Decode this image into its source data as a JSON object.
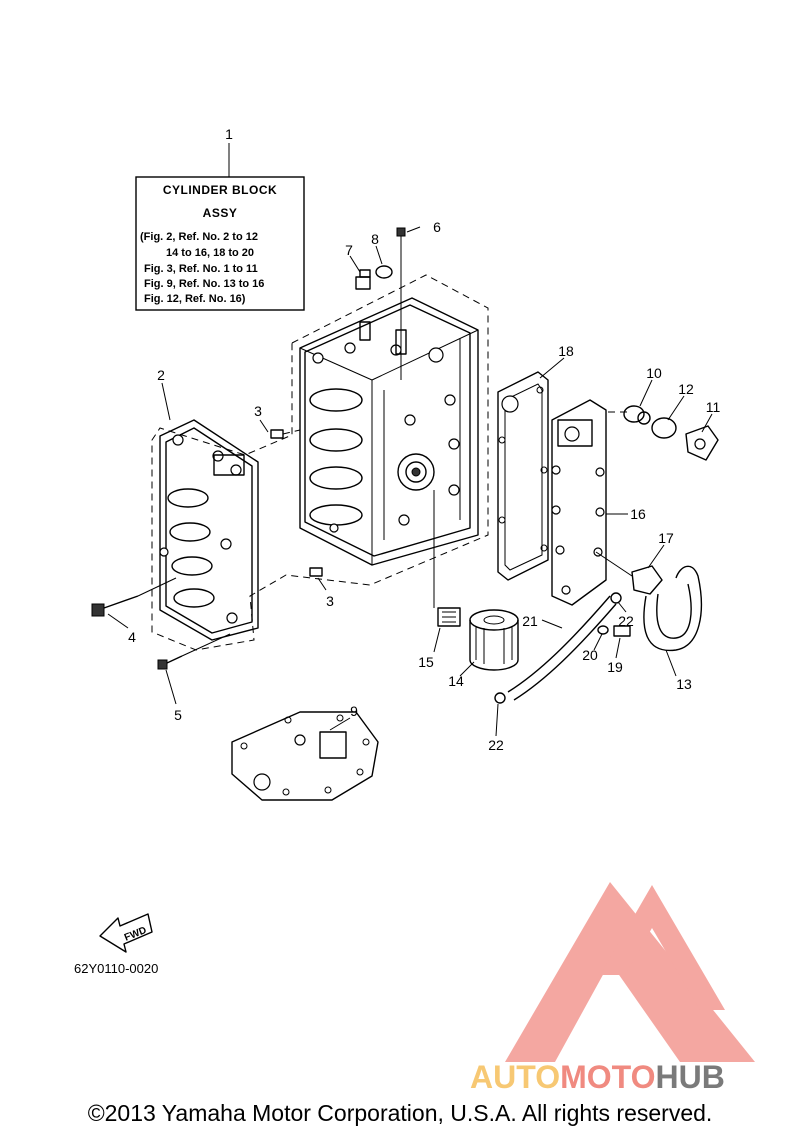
{
  "assembly_box": {
    "title_line1": "CYLINDER  BLOCK",
    "title_line2": "ASSY",
    "lines": [
      "(Fig. 2, Ref. No. 2 to 12",
      "14 to 16, 18 to 20",
      "Fig. 3, Ref. No. 1 to 11",
      "Fig. 9, Ref. No. 13 to 16",
      "Fig. 12, Ref. No. 16)"
    ]
  },
  "callouts": {
    "c1": "1",
    "c2": "2",
    "c3a": "3",
    "c3b": "3",
    "c4": "4",
    "c5": "5",
    "c6": "6",
    "c7": "7",
    "c8": "8",
    "c9": "9",
    "c10": "10",
    "c11": "11",
    "c12": "12",
    "c13": "13",
    "c14": "14",
    "c15": "15",
    "c16": "16",
    "c17": "17",
    "c18": "18",
    "c19": "19",
    "c20": "20",
    "c21": "21",
    "c22a": "22",
    "c22b": "22"
  },
  "fwd_label": "FWD",
  "diagram_code": "62Y0110-0020",
  "watermark": {
    "part1": "AUTO",
    "part2": "MOTO",
    "part3": "HUB",
    "color_light": "#f7c873",
    "color_red": "#f08a80",
    "color_gray": "#7a7a7a"
  },
  "copyright": "©2013 Yamaha Motor Corporation, U.S.A. All rights reserved."
}
